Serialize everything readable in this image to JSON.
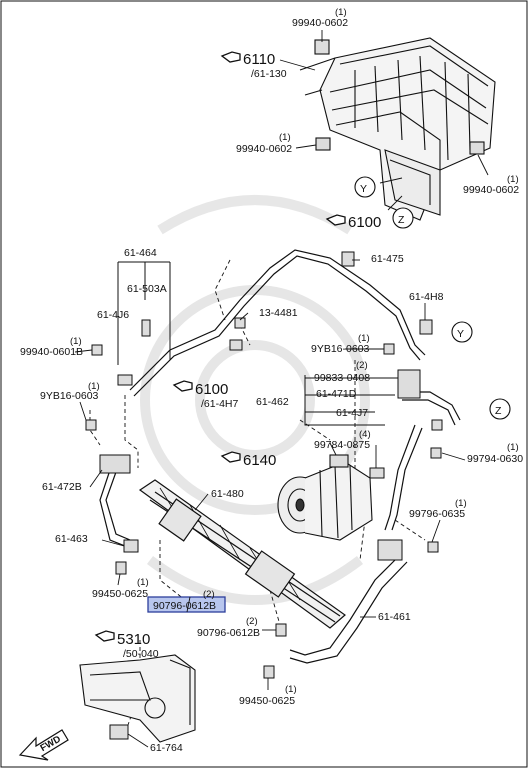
{
  "title_parts": {
    "upper_unit": {
      "ref": "6110",
      "sub": "/61-130"
    },
    "upper_z_ref": "6100",
    "mid_ref": {
      "ref": "6100",
      "sub": "/61-4H7"
    },
    "compressor_ref": "6140",
    "lower_ref": {
      "ref": "5310",
      "sub": "/50-040"
    }
  },
  "callouts": [
    {
      "id": "c1",
      "label": "99940-0602",
      "qty": "(1)"
    },
    {
      "id": "c2",
      "label": "99940-0602",
      "qty": "(1)"
    },
    {
      "id": "c3",
      "label": "99940-0602",
      "qty": "(1)"
    },
    {
      "id": "c4",
      "label": "61-475",
      "qty": ""
    },
    {
      "id": "c5",
      "label": "61-464",
      "qty": ""
    },
    {
      "id": "c6",
      "label": "61-503A",
      "qty": ""
    },
    {
      "id": "c7",
      "label": "61-4J6",
      "qty": ""
    },
    {
      "id": "c8",
      "label": "13-4481",
      "qty": ""
    },
    {
      "id": "c9",
      "label": "61-4H8",
      "qty": ""
    },
    {
      "id": "c10",
      "label": "99940-0601B",
      "qty": "(1)"
    },
    {
      "id": "c11",
      "label": "9YB16-0603",
      "qty": "(1)"
    },
    {
      "id": "c12",
      "label": "9YB16-0603",
      "qty": "(1)"
    },
    {
      "id": "c13",
      "label": "99833-0408",
      "qty": "(2)"
    },
    {
      "id": "c14",
      "label": "61-471D",
      "qty": ""
    },
    {
      "id": "c15",
      "label": "61-462",
      "qty": ""
    },
    {
      "id": "c16",
      "label": "61-4J7",
      "qty": ""
    },
    {
      "id": "c17",
      "label": "99784-0875",
      "qty": "(4)"
    },
    {
      "id": "c18",
      "label": "99794-0630",
      "qty": "(1)"
    },
    {
      "id": "c19",
      "label": "61-472B",
      "qty": ""
    },
    {
      "id": "c20",
      "label": "61-480",
      "qty": ""
    },
    {
      "id": "c21",
      "label": "99796-0635",
      "qty": "(1)"
    },
    {
      "id": "c22",
      "label": "61-463",
      "qty": ""
    },
    {
      "id": "c23",
      "label": "99450-0625",
      "qty": "(1)"
    },
    {
      "id": "c24",
      "label": "90796-0612B",
      "qty": "(2)"
    },
    {
      "id": "c25",
      "label": "61-461",
      "qty": ""
    },
    {
      "id": "c26",
      "label": "90796-0612B",
      "qty": "(2)"
    },
    {
      "id": "c27",
      "label": "99450-0625",
      "qty": "(1)"
    },
    {
      "id": "c28",
      "label": "61-764",
      "qty": ""
    }
  ],
  "markers": {
    "y1": "Y",
    "z1": "Z",
    "y2": "Y",
    "z2": "Z"
  },
  "fwd_label": "FWD",
  "colors": {
    "highlight_fill": "#b8c6ee",
    "highlight_stroke": "#2c3e9c",
    "line": "#111111",
    "watermark": "#e6e6e6"
  }
}
